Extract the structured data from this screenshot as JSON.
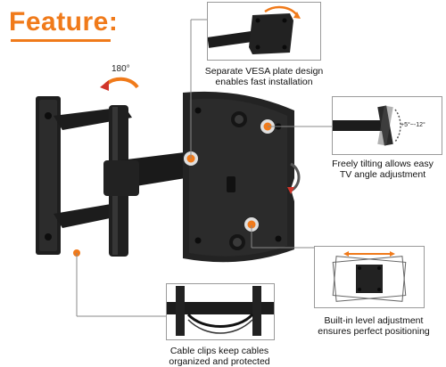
{
  "title": "Feature:",
  "rotation_label": "180°",
  "tilt_label": "+5°~-12°",
  "features": {
    "vesa_plate": {
      "line1": "Separate VESA plate design",
      "line2": "enables fast installation"
    },
    "tilting": {
      "line1": "Freely tilting allows easy",
      "line2": "TV angle adjustment"
    },
    "level": {
      "line1": "Built-in level adjustment",
      "line2": "ensures perfect positioning"
    },
    "cable_clips": {
      "line1": "Cable clips keep cables",
      "line2": "organized and protected"
    }
  },
  "colors": {
    "accent": "#f07a1a",
    "metal": "#1e1e1e",
    "metal_highlight": "#3a3a3a",
    "callout_border": "#9a9a9a"
  }
}
